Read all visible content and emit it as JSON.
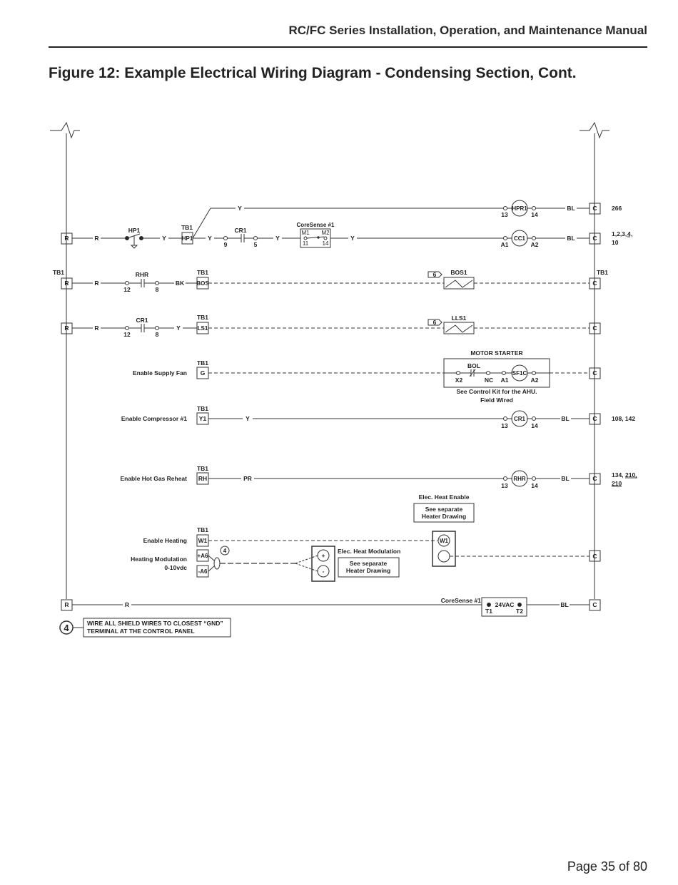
{
  "header": {
    "title": "RC/FC Series Installation, Operation, and Maintenance Manual"
  },
  "figure": {
    "title": "Figure 12: Example Electrical Wiring Diagram - Condensing Section, Cont."
  },
  "footer": {
    "page": "Page 35 of  80"
  },
  "diagram": {
    "tb1": "TB1",
    "r": "R",
    "c": "C",
    "wires": {
      "y": "Y",
      "r": "R",
      "bl": "BL",
      "bk": "BK",
      "pr": "PR"
    },
    "terms": {
      "n13": "13",
      "n14": "14",
      "a1": "A1",
      "a2": "A2",
      "n9": "9",
      "n5": "5",
      "n12": "12",
      "n8": "8",
      "x2": "X2",
      "nc": "NC",
      "t1": "T1",
      "t2": "T2",
      "m1": "M1",
      "m2": "M2",
      "n11": "11",
      "n14b": "14"
    },
    "components": {
      "hpr1": "HPR1",
      "cc1": "CC1",
      "hp1": "HP1",
      "cr1": "CR1",
      "rhr": "RHR",
      "bos": "BOS",
      "bos1": "BOS1",
      "ls1": "LS1",
      "lls1": "LLS1",
      "coresense1": "CoreSense #1",
      "coresense1b": "CoreSense #1",
      "bol": "BOL",
      "sf1c": "SF1C",
      "vac24": "24VAC",
      "w1": "W1",
      "g": "G",
      "y1": "Y1",
      "rh": "RH",
      "a6p": "+A6",
      "a6n": "-A6",
      "plus": "+",
      "minus": "-"
    },
    "refs": {
      "r1": "266",
      "r2a": "1,2,3,",
      "r2b": "4",
      "r2c": ",",
      "r2d": "10",
      "r3": "108, 142",
      "r4a": "134, ",
      "r4b": "210,",
      "r4c": "210"
    },
    "tags": {
      "six": "6",
      "four": "4"
    },
    "labels": {
      "motor_starter": "MOTOR STARTER",
      "control_kit": "See Control Kit for the AHU.",
      "field_wired": "Field Wired",
      "enable_supply_fan": "Enable Supply Fan",
      "enable_compressor": "Enable Compressor #1",
      "enable_hot_gas": "Enable Hot Gas Reheat",
      "elec_heat_enable": "Elec. Heat Enable",
      "see_separate": "See separate",
      "heater_drawing": "Heater Drawing",
      "enable_heating": "Enable Heating",
      "heating_mod": "Heating Modulation",
      "vdc": "0-10vdc",
      "elec_heat_mod": "Elec. Heat Modulation",
      "note_line1": "WIRE ALL SHIELD WIRES TO CLOSEST “GND”",
      "note_line2": "TERMINAL AT THE CONTROL PANEL"
    }
  }
}
